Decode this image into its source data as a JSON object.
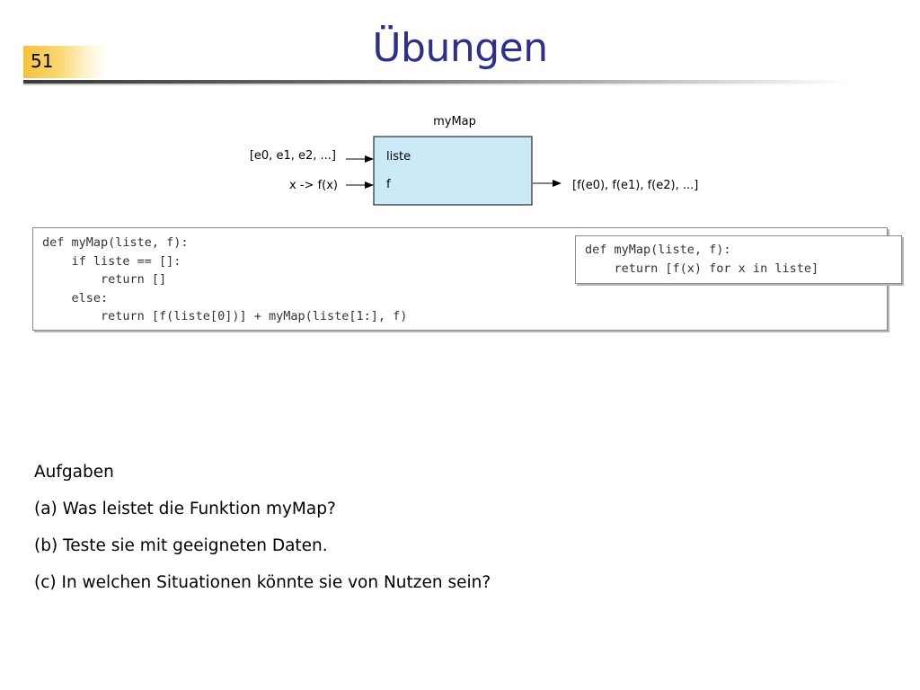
{
  "slide": {
    "number": "51",
    "title": "Übungen"
  },
  "diagram": {
    "box_title": "myMap",
    "input_list": "[e0, e1, e2, ...]",
    "input_function": "x -> f(x)",
    "param_1": "liste",
    "param_2": "f",
    "output_list": "[f(e0), f(e1), f(e2), ...]",
    "box_color": "#cce9f7"
  },
  "code_recursive": {
    "lines": [
      "def myMap(liste, f):",
      "    if liste == []:",
      "        return []",
      "    else:",
      "        return [f(liste[0])] + myMap(liste[1:], f)"
    ]
  },
  "code_comprehension": {
    "lines": [
      "def myMap(liste, f):",
      "    return [f(x) for x in liste]"
    ]
  },
  "tasks": {
    "heading": "Aufgaben",
    "items": [
      "(a) Was leistet die Funktion myMap?",
      "(b) Teste sie mit geeigneten Daten.",
      "(c) In welchen Situationen könnte sie von Nutzen sein?"
    ]
  }
}
